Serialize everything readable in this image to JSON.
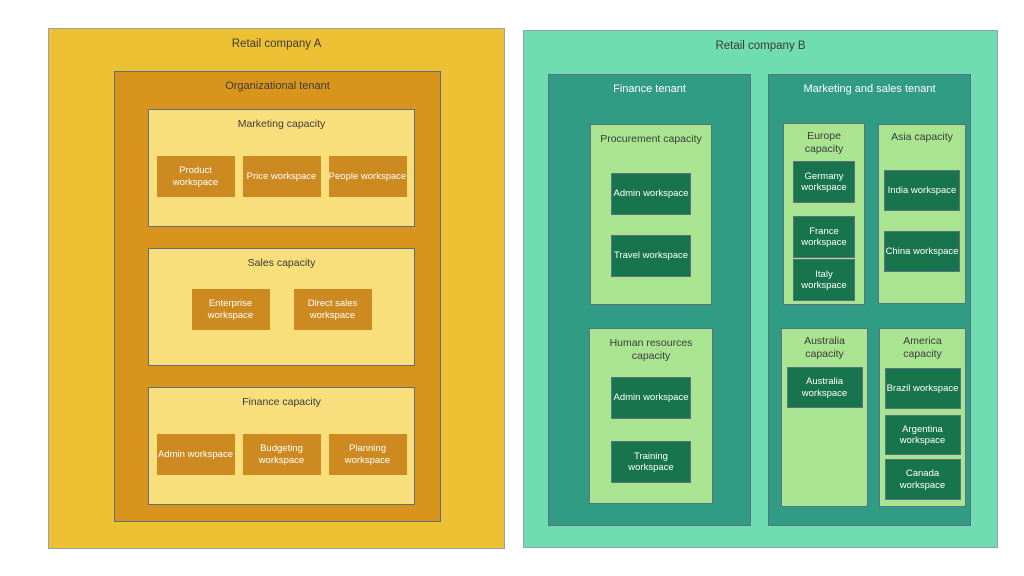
{
  "palette": {
    "gold_outer": "#EDC133",
    "gold_tenant": "#D9951B",
    "gold_capacity": "#F8DF7C",
    "gold_workspace": "#CC8A20",
    "green_outer": "#70DCB2",
    "green_tenant": "#2F9C83",
    "green_capacity": "#A9E491",
    "green_workspace": "#17744D",
    "border_inner": "#5C7080",
    "border_outer": "#98A2AB",
    "text_dark": "#3B3A39",
    "text_light": "#FFFFFF"
  },
  "company_a": {
    "title": "Retail company A",
    "tenant": {
      "title": "Organizational tenant",
      "capacities": [
        {
          "title": "Marketing capacity",
          "workspaces": [
            "Product workspace",
            "Price workspace",
            "People workspace"
          ]
        },
        {
          "title": "Sales capacity",
          "workspaces": [
            "Enterprise workspace",
            "Direct sales workspace"
          ]
        },
        {
          "title": "Finance capacity",
          "workspaces": [
            "Admin workspace",
            "Budgeting workspace",
            "Planning workspace"
          ]
        }
      ]
    }
  },
  "company_b": {
    "title": "Retail company B",
    "tenants": [
      {
        "title": "Finance tenant",
        "capacities": [
          {
            "title": "Procurement capacity",
            "workspaces": [
              "Admin workspace",
              "Travel workspace"
            ]
          },
          {
            "title": "Human resources capacity",
            "workspaces": [
              "Admin workspace",
              "Training workspace"
            ]
          }
        ]
      },
      {
        "title": "Marketing and sales tenant",
        "capacities": [
          {
            "title": "Europe capacity",
            "workspaces": [
              "Germany workspace",
              "France workspace",
              "Italy workspace"
            ]
          },
          {
            "title": "Asia capacity",
            "workspaces": [
              "India workspace",
              "China workspace"
            ]
          },
          {
            "title": "Australia capacity",
            "workspaces": [
              "Australia workspace"
            ]
          },
          {
            "title": "America capacity",
            "workspaces": [
              "Brazil workspace",
              "Argentina workspace",
              "Canada workspace"
            ]
          }
        ]
      }
    ]
  }
}
